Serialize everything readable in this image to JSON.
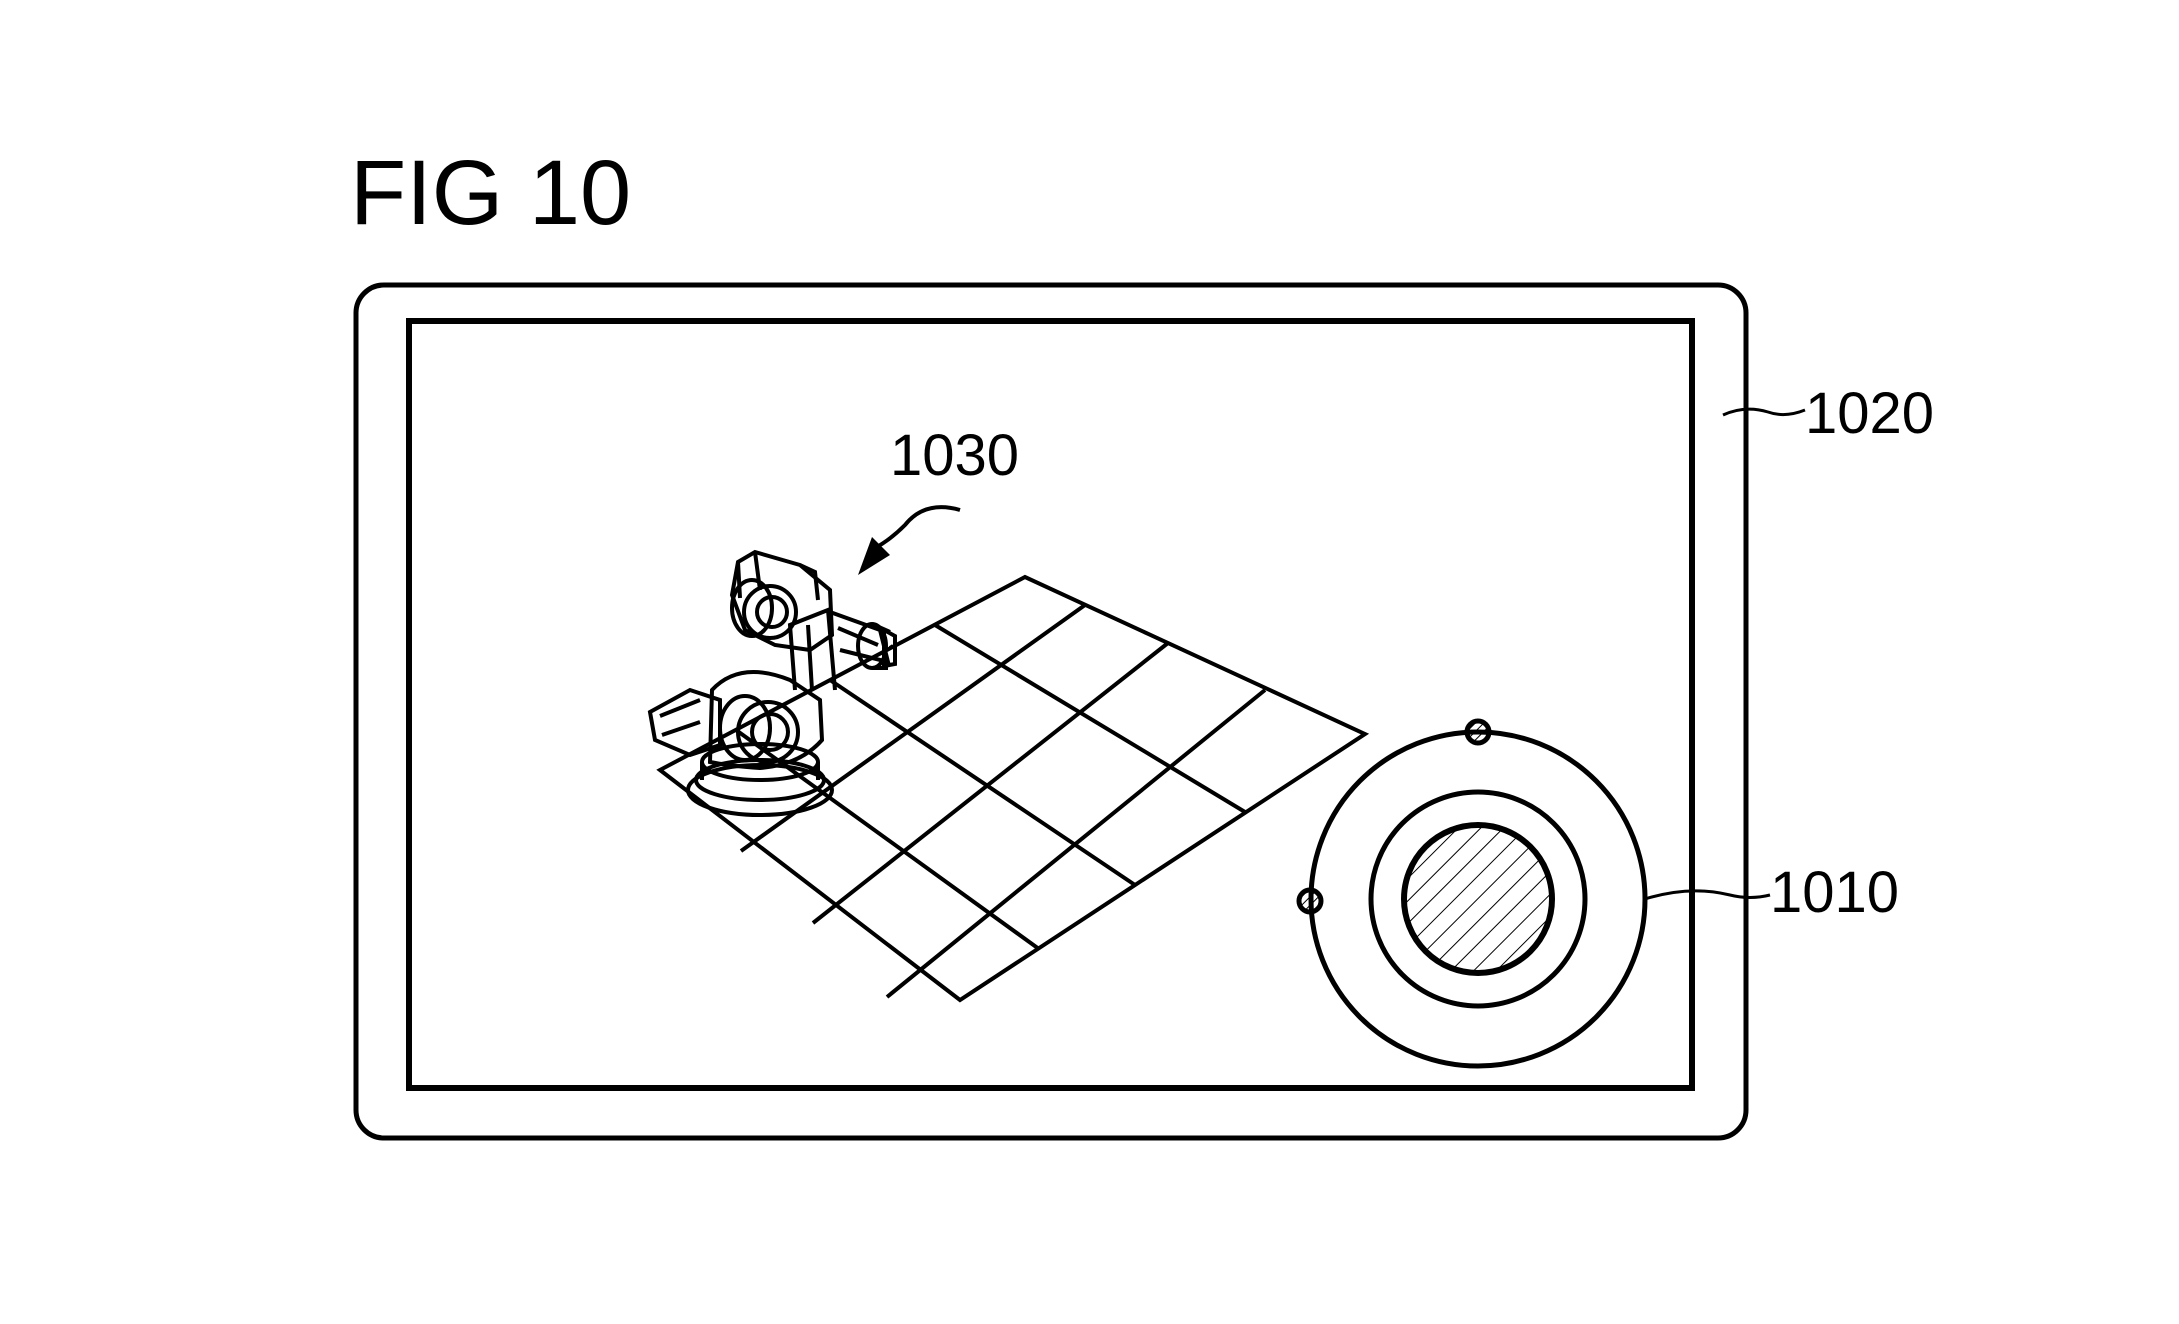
{
  "figure": {
    "title": "FIG 10"
  },
  "labels": {
    "device": "1020",
    "control": "1010",
    "robot": "1030"
  }
}
